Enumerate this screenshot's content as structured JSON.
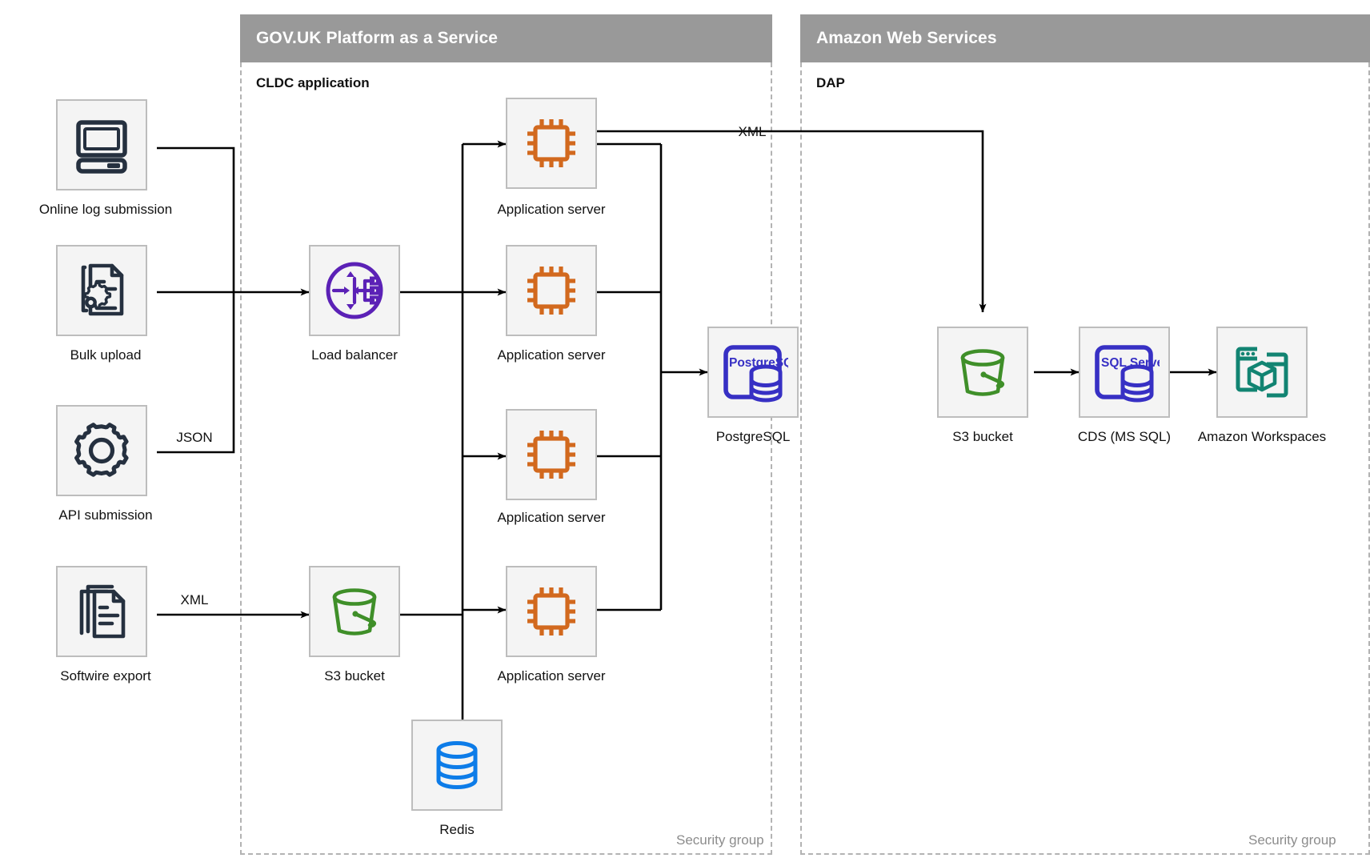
{
  "diagram": {
    "groups": [
      {
        "id": "govuk-paas",
        "title": "GOV.UK Platform as a Service",
        "sub_label": "CLDC application",
        "security_label": "Security group"
      },
      {
        "id": "aws",
        "title": "Amazon Web Services",
        "sub_label": "DAP",
        "security_label": "Security group"
      }
    ],
    "nodes": [
      {
        "id": "online-log-submission",
        "label": "Online log submission",
        "icon": "desktop-computer-icon"
      },
      {
        "id": "bulk-upload",
        "label": "Bulk upload",
        "icon": "document-gear-icon"
      },
      {
        "id": "api-submission",
        "label": "API submission",
        "icon": "gear-icon"
      },
      {
        "id": "softwire-export",
        "label": "Softwire export",
        "icon": "document-stack-icon"
      },
      {
        "id": "load-balancer",
        "label": "Load balancer",
        "icon": "load-balancer-icon"
      },
      {
        "id": "s3-bucket-paas",
        "label": "S3 bucket",
        "icon": "bucket-icon"
      },
      {
        "id": "app-server-1",
        "label": "Application server",
        "icon": "cpu-chip-icon"
      },
      {
        "id": "app-server-2",
        "label": "Application server",
        "icon": "cpu-chip-icon"
      },
      {
        "id": "app-server-3",
        "label": "Application server",
        "icon": "cpu-chip-icon"
      },
      {
        "id": "app-server-4",
        "label": "Application server",
        "icon": "cpu-chip-icon"
      },
      {
        "id": "redis",
        "label": "Redis",
        "icon": "database-cylinder-icon"
      },
      {
        "id": "postgresql",
        "label": "PostgreSQL",
        "icon": "postgresql-icon",
        "icon_text": "PostgreSQL"
      },
      {
        "id": "s3-bucket-aws",
        "label": "S3 bucket",
        "icon": "bucket-icon"
      },
      {
        "id": "cds-ms-sql",
        "label": "CDS (MS SQL)",
        "icon": "sql-server-icon",
        "icon_text": "SQL Server"
      },
      {
        "id": "amazon-workspaces",
        "label": "Amazon Workspaces",
        "icon": "workspaces-icon"
      }
    ],
    "edge_labels": [
      {
        "id": "api-json",
        "text": "JSON"
      },
      {
        "id": "softwire-xml",
        "text": "XML"
      },
      {
        "id": "appserver-dap-xml",
        "text": "XML"
      }
    ],
    "colors": {
      "group_bar": "#999999",
      "node_fill": "#f4f4f4",
      "node_border": "#bdbdbd",
      "dashed_border": "#b3b3b3",
      "icon_slate": "#25303f",
      "icon_purple": "#5b21b6",
      "icon_orange": "#d2691e",
      "icon_green": "#3f8f29",
      "icon_blue": "#0d7ce8",
      "icon_indigo": "#3730c4",
      "icon_teal": "#128472",
      "edge": "#000000"
    }
  }
}
